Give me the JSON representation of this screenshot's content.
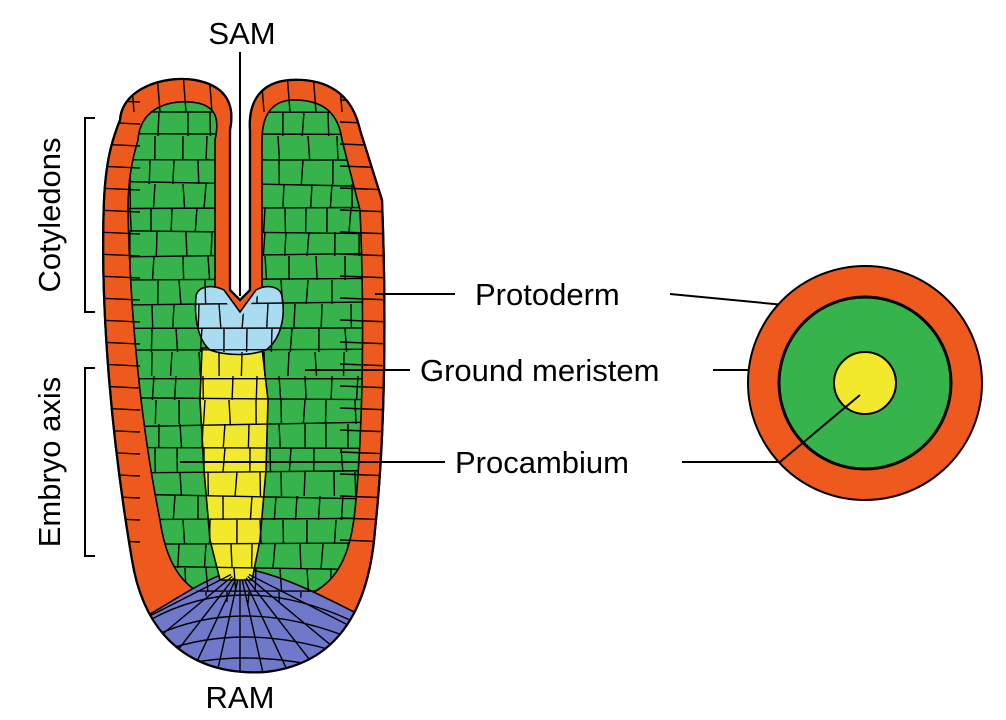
{
  "labels": {
    "sam": "SAM",
    "ram": "RAM",
    "cotyledons": "Cotyledons",
    "embryo_axis": "Embryo axis",
    "protoderm": "Protoderm",
    "ground_meristem": "Ground meristem",
    "procambium": "Procambium"
  },
  "colors": {
    "protoderm": "#ee5a1e",
    "ground_meristem": "#36b34a",
    "procambium": "#f3e92c",
    "sam": "#a9dcf0",
    "ram": "#6f78c9",
    "line": "#000000"
  },
  "icons": {
    "embryo": "embryo-longitudinal-section",
    "cross_section": "embryo-axis-cross-section"
  }
}
